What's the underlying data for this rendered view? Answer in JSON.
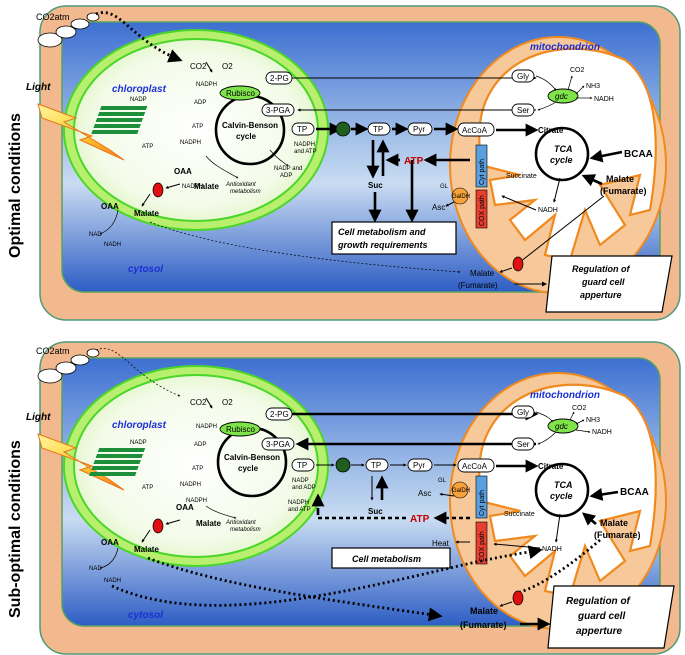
{
  "panel_top": {
    "side_label": "Optimal conditions",
    "co2_atm": "CO2atm",
    "light": "Light",
    "chloroplast": "chloroplast",
    "mitochondrion": "mitochondrion",
    "cytosol": "cytosol",
    "co2": "CO2",
    "o2": "O2",
    "pg2": "2-PG",
    "rubisco": "Rubisco",
    "pga3": "3-PGA",
    "calvin": [
      "Calvin-Benson",
      "cycle"
    ],
    "tp": "TP",
    "pyr": "Pyr",
    "accoa": "AcCoA",
    "citrate": "Citrate",
    "tca": [
      "TCA",
      "cycle"
    ],
    "bcaa": "BCAA",
    "malate_fum": [
      "Malate",
      "(Fumarate)"
    ],
    "succinate": "Succinate",
    "nadh": "NADH",
    "gly": "Gly",
    "ser": "Ser",
    "gdc": "gdc",
    "co2_m": "CO2",
    "nh3": "NH3",
    "nadh_m": "NADH",
    "atp": "ATP",
    "suc": "Suc",
    "asc": "Asc",
    "gl": "GL",
    "galdh": "GalDH",
    "cyt_path": "Cyt path",
    "cox_path": "COX path",
    "nadp1": "NADP",
    "adp1": "ADP",
    "atp1": "ATP",
    "nadph1": "NADPH",
    "atp2": "ATP",
    "nadph2": "NADPH",
    "nadph_atp": [
      "NADPH",
      "and ATP"
    ],
    "nadp_adp": [
      "NADP and",
      "ADP"
    ],
    "antioxidant": [
      "Antioxidant",
      "metabolism"
    ],
    "oaa": "OAA",
    "malate": "Malate",
    "malate2": "Malate",
    "nad": "NAD",
    "nadh2": "NADH",
    "cell_metab": [
      "Cell metabolism and",
      "growth requirements"
    ],
    "malate_cyt": [
      "Malate",
      "(Fumarate)"
    ],
    "guard": [
      "Regulation of",
      "guard cell",
      "apperture"
    ]
  },
  "panel_bottom": {
    "side_label": "Sub-optimal conditions",
    "co2_atm": "CO2atm",
    "light": "Light",
    "chloroplast": "chloroplast",
    "mitochondrion": "mitochondrion",
    "cytosol": "cytosol",
    "co2": "CO2",
    "o2": "O2",
    "pg2": "2-PG",
    "rubisco": "Rubisco",
    "pga3": "3-PGA",
    "calvin": [
      "Calvin-Benson",
      "cycle"
    ],
    "tp": "TP",
    "pyr": "Pyr",
    "accoa": "AcCoA",
    "citrate": "Citrate",
    "tca": [
      "TCA",
      "cycle"
    ],
    "bcaa": "BCAA",
    "malate_fum": [
      "Malate",
      "(Fumarate)"
    ],
    "succinate": "Succinate",
    "nadh": "NADH",
    "gly": "Gly",
    "ser": "Ser",
    "gdc": "gdc",
    "co2_m": "CO2",
    "nh3": "NH3",
    "nadh_m": "NADH",
    "atp": "ATP",
    "suc": "Suc",
    "asc": "Asc",
    "gl": "GL",
    "galdh": "GalDH",
    "cyt_path": "Cyt path",
    "cox_path": "COX path",
    "heat": "Heat",
    "nadp1": "NADP",
    "adp1": "ADP",
    "atp1": "ATP",
    "nadph1": "NADPH",
    "atp2": "ATP",
    "nadph2": "NADPH",
    "nadph_atp": [
      "NADPH",
      "and ATP"
    ],
    "nadp_adp": [
      "NADP",
      "and ADP"
    ],
    "antioxidant": [
      "Antioxidant",
      "metabolism"
    ],
    "oaa": "OAA",
    "malate": "Malate",
    "malate2": "Malate",
    "nad": "NAD",
    "nadh2": "NADH",
    "cell_metab": "Cell metabolism",
    "malate_cyt": [
      "Malate",
      "(Fumarate)"
    ],
    "guard": [
      "Regulation of",
      "guard cell",
      "apperture"
    ]
  }
}
